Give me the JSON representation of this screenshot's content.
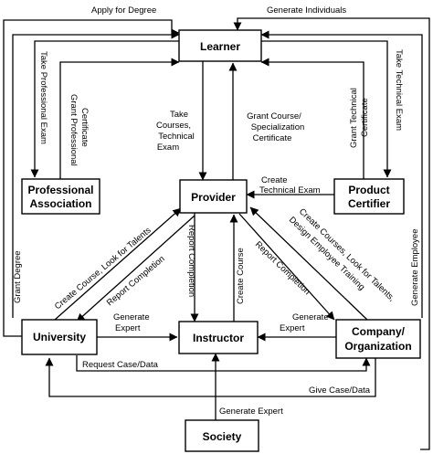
{
  "nodes": {
    "learner": "Learner",
    "provider": "Provider",
    "instructor": "Instructor",
    "society": "Society",
    "professional_association": [
      "Professional",
      "Association"
    ],
    "product_certifier": [
      "Product",
      "Certifier"
    ],
    "university": "University",
    "company": [
      "Company/",
      "Organization"
    ]
  },
  "edges": {
    "apply_for_degree": "Apply for Degree",
    "generate_individuals": "Generate Individuals",
    "take_professional_exam": "Take Professional Exam",
    "grant_professional_certificate": [
      "Grant Professional",
      "Certificate"
    ],
    "grant_technical_certificate": [
      "Grant Technical",
      "Certificate"
    ],
    "take_technical_exam": "Take Technical Exam",
    "take_courses": [
      "Take",
      "Courses,",
      "Technical",
      "Exam"
    ],
    "grant_course_certificate": [
      "Grant Course/",
      "Specialization",
      "Certificate"
    ],
    "create_technical_exam": [
      "Create",
      "Technical Exam"
    ],
    "grant_degree": "Grant Degree",
    "generate_employee": "Generate Employee",
    "create_course_look_for_talents": "Create Course, Look for Talents",
    "report_completion_univ": "Report Completion",
    "report_completion_center": "Report Completion",
    "create_course": "Create Course",
    "report_completion_company": "Report Completion",
    "create_courses_company": [
      "Create Courses, Look for Talents,",
      "Design Employee Training"
    ],
    "generate_expert_univ": [
      "Generate",
      "Expert"
    ],
    "generate_expert_company": [
      "Generate",
      "Expert"
    ],
    "request_case_data": "Request Case/Data",
    "give_case_data": "Give Case/Data",
    "generate_expert_society": "Generate Expert"
  }
}
